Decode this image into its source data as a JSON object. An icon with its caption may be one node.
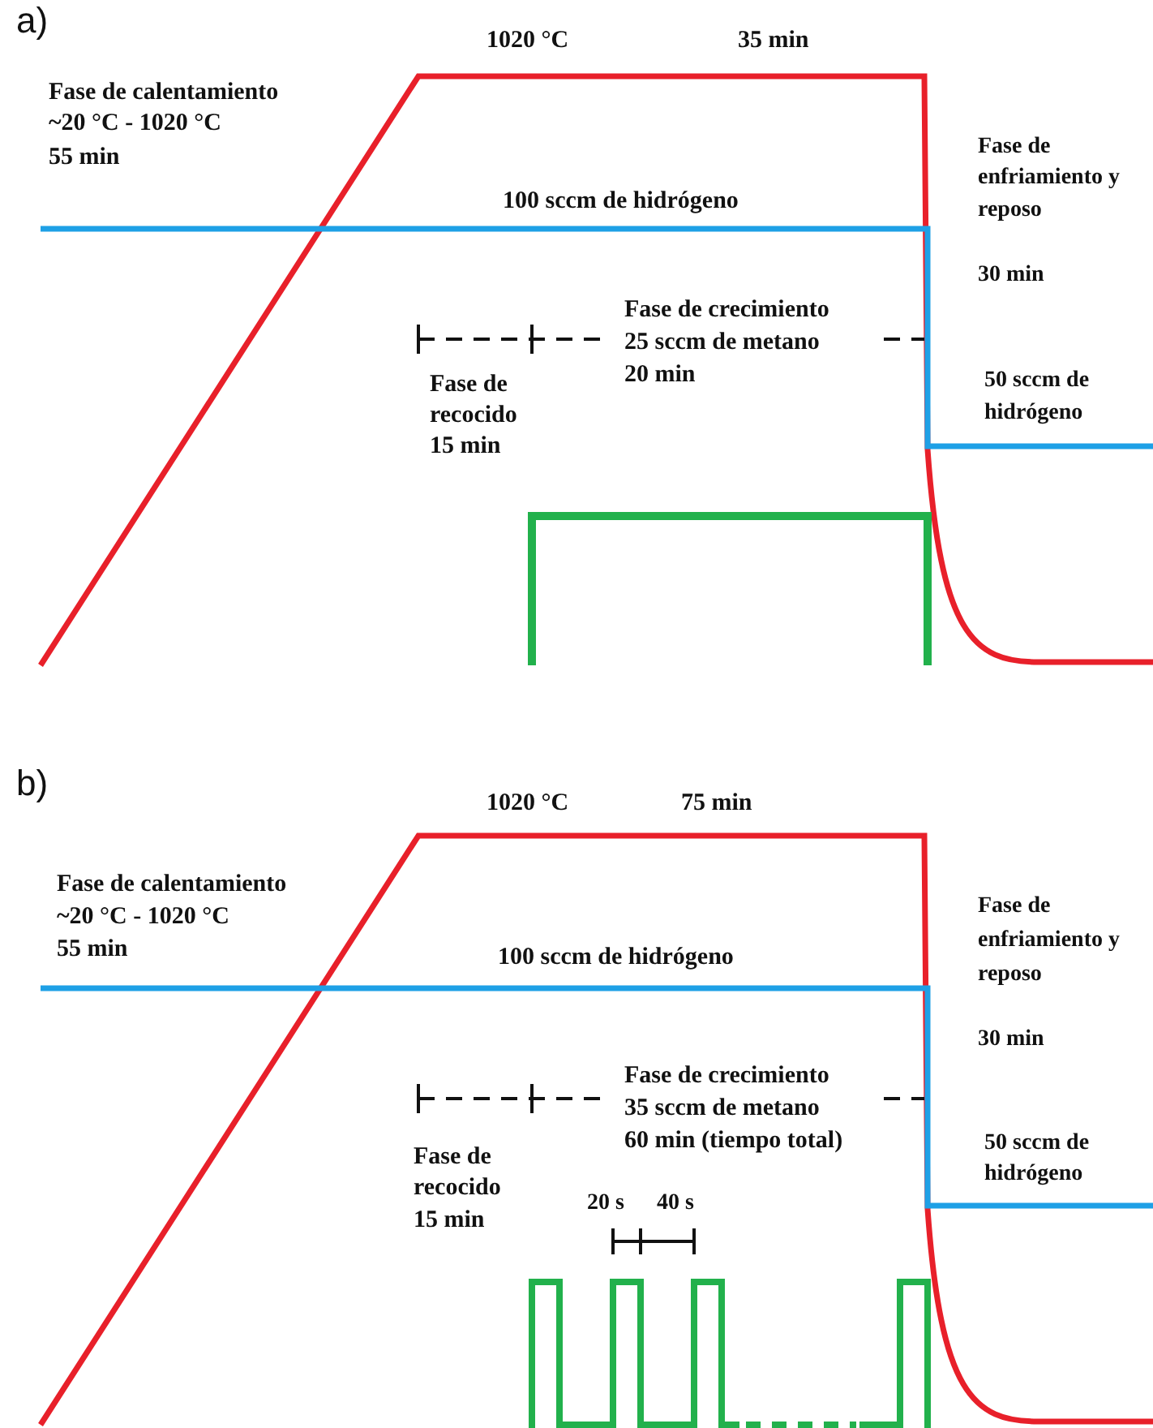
{
  "diagram": {
    "labels": [
      "a)",
      "1020 °C",
      "35 min",
      "Fase de calentamiento",
      "~20 °C - 1020 °C",
      "55 min",
      "100 sccm de hidrógeno",
      "Fase de",
      "enfriamiento y",
      "reposo",
      "30 min",
      "Fase de crecimiento",
      "25 sccm de metano",
      "20 min",
      "Fase de",
      "recocido",
      "15 min",
      "50 sccm de",
      "hidrógeno",
      "b)",
      "1020 °C",
      "75 min",
      "Fase de calentamiento",
      "~20 °C - 1020 °C",
      "55 min",
      "100 sccm de hidrógeno",
      "Fase de",
      "enfriamiento y",
      "reposo",
      "30 min",
      "Fase de crecimiento",
      "35 sccm de metano",
      "60 min (tiempo total)",
      "Fase de",
      "recocido",
      "15 min",
      "50 sccm de",
      "hidrógeno",
      "20 s",
      "40 s"
    ]
  }
}
